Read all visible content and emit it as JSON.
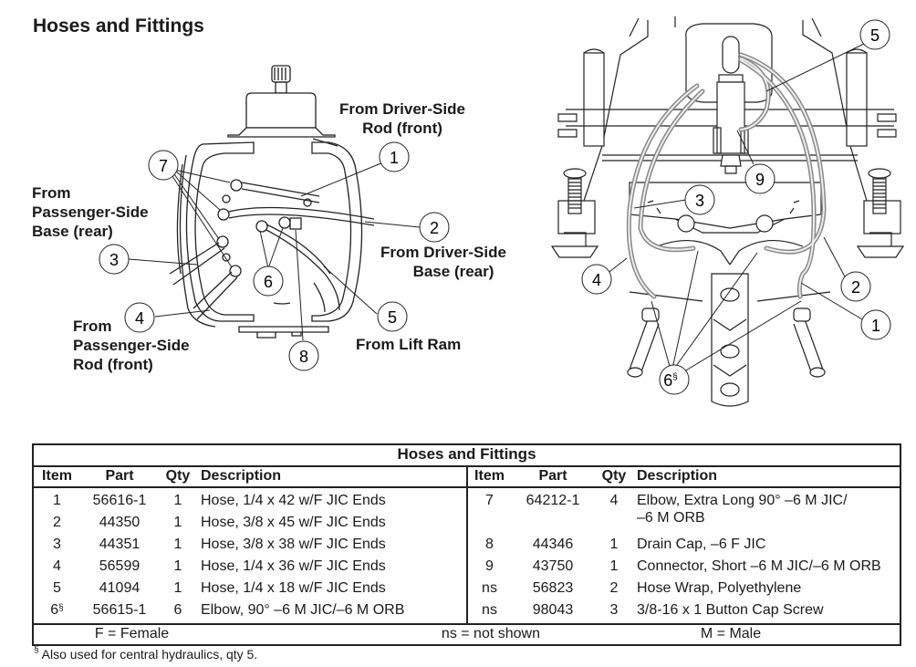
{
  "page": {
    "title": "Hoses and Fittings"
  },
  "left_figure": {
    "callouts": [
      "1",
      "2",
      "3",
      "4",
      "5",
      "6",
      "7",
      "8"
    ],
    "labels": {
      "driver_rod_front": [
        "From Driver-Side",
        "Rod (front)"
      ],
      "passenger_base_rear": [
        "From",
        "Passenger-Side",
        "Base (rear)"
      ],
      "driver_base_rear": [
        "From Driver-Side",
        "Base (rear)"
      ],
      "passenger_rod_front": [
        "From",
        "Passenger-Side",
        "Rod (front)"
      ],
      "lift_ram": [
        "From Lift Ram"
      ]
    }
  },
  "right_figure": {
    "callouts": [
      "1",
      "2",
      "3",
      "4",
      "5",
      "6",
      "9"
    ],
    "callout_6_mark": "§"
  },
  "table": {
    "caption": "Hoses and Fittings",
    "columns": [
      "Item",
      "Part",
      "Qty",
      "Description"
    ],
    "left_rows": [
      {
        "item": "1",
        "item_mark": "",
        "part": "56616-1",
        "qty": "1",
        "desc": "Hose, 1/4 x 42 w/F JIC Ends"
      },
      {
        "item": "2",
        "item_mark": "",
        "part": "44350",
        "qty": "1",
        "desc": "Hose, 3/8 x 45 w/F JIC Ends"
      },
      {
        "item": "3",
        "item_mark": "",
        "part": "44351",
        "qty": "1",
        "desc": "Hose, 3/8 x 38 w/F JIC Ends"
      },
      {
        "item": "4",
        "item_mark": "",
        "part": "56599",
        "qty": "1",
        "desc": "Hose, 1/4 x 36 w/F JIC Ends"
      },
      {
        "item": "5",
        "item_mark": "",
        "part": "41094",
        "qty": "1",
        "desc": "Hose, 1/4 x 18 w/F JIC Ends"
      },
      {
        "item": "6",
        "item_mark": "§",
        "part": "56615-1",
        "qty": "6",
        "desc": "Elbow, 90° –6 M JIC/–6 M ORB"
      }
    ],
    "right_rows": [
      {
        "item": "7",
        "part": "64212-1",
        "qty": "4",
        "desc": "Elbow, Extra Long 90° –6 M JIC/",
        "desc2": "–6 M ORB"
      },
      {
        "item": "8",
        "part": "44346",
        "qty": "1",
        "desc": "Drain Cap, –6 F JIC"
      },
      {
        "item": "9",
        "part": "43750",
        "qty": "1",
        "desc": "Connector, Short –6 M JIC/–6 M ORB"
      },
      {
        "item": "ns",
        "part": "56823",
        "qty": "2",
        "desc": "Hose Wrap, Polyethylene"
      },
      {
        "item": "ns",
        "part": "98043",
        "qty": "3",
        "desc": "3/8-16 x 1 Button Cap Screw"
      }
    ],
    "legend": [
      "F = Female",
      "ns = not shown",
      "M = Male"
    ]
  },
  "footnote": {
    "mark": "§",
    "text": " Also used for central hydraulics, qty 5."
  }
}
